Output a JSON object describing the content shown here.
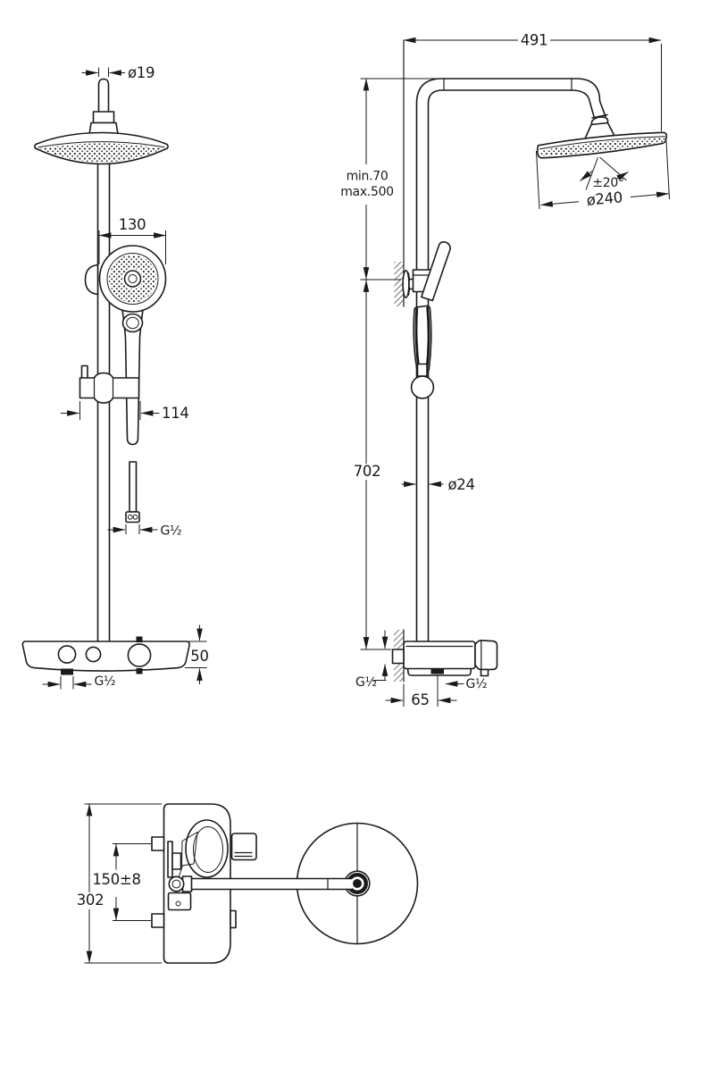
{
  "colors": {
    "background": "#ffffff",
    "line": "#1a1a1a"
  },
  "front_view": {
    "name": "front-view",
    "dims": {
      "head_pipe": "ø19",
      "hand_shower": "130",
      "slide_bar": "114",
      "hose_thread": "G½",
      "body_height": "50",
      "bottom_outlet_thread": "G½"
    }
  },
  "side_view": {
    "name": "side-view",
    "dims": {
      "arm_reach": "491",
      "mount_min": "min.70",
      "mount_max": "max.500",
      "head_tilt": "±20°",
      "head_diameter": "ø240",
      "column_length": "702",
      "pipe_diameter": "ø24",
      "wall_inlet_thread": "G½",
      "outlet_offset": "65",
      "hose_outlet_thread": "G½"
    }
  },
  "top_view": {
    "name": "top-view",
    "dims": {
      "inlet_spacing": "150±8",
      "body_width": "302"
    }
  }
}
